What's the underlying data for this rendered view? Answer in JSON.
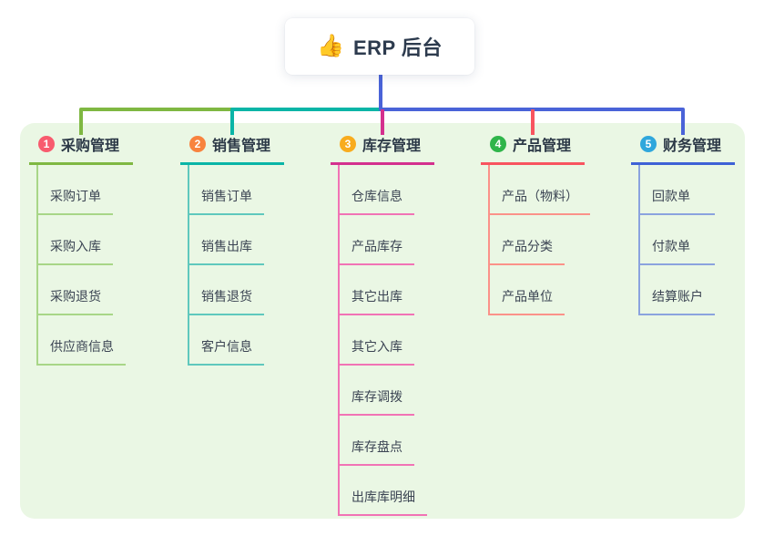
{
  "root": {
    "icon": "👍",
    "label": "ERP 后台"
  },
  "colors": {
    "root_line": "#4a63d8",
    "panel_bg": "#eaf7e4",
    "root_text": "#2d3b4e",
    "branch_title_text": "#2c3947",
    "child_text": "#3b4453"
  },
  "branches": [
    {
      "num": "1",
      "title": "采购管理",
      "badge_color": "#f85b6e",
      "line_color": "#7fb842",
      "child_line_color": "#a8d687",
      "children": [
        "采购订单",
        "采购入库",
        "采购退货",
        "供应商信息"
      ]
    },
    {
      "num": "2",
      "title": "销售管理",
      "badge_color": "#f8833e",
      "line_color": "#0ab5a7",
      "child_line_color": "#5fc8bd",
      "children": [
        "销售订单",
        "销售出库",
        "销售退货",
        "客户信息"
      ]
    },
    {
      "num": "3",
      "title": "库存管理",
      "badge_color": "#f8ac1e",
      "line_color": "#d4308e",
      "child_line_color": "#f173b5",
      "children": [
        "仓库信息",
        "产品库存",
        "其它出库",
        "其它入库",
        "库存调拨",
        "库存盘点",
        "出库库明细"
      ]
    },
    {
      "num": "4",
      "title": "产品管理",
      "badge_color": "#2fb54a",
      "line_color": "#f8545f",
      "child_line_color": "#fb9289",
      "children": [
        "产品（物料）",
        "产品分类",
        "产品单位"
      ]
    },
    {
      "num": "5",
      "title": "财务管理",
      "badge_color": "#2fa7dc",
      "line_color": "#3e62d6",
      "child_line_color": "#8ba3de",
      "children": [
        "回款单",
        "付款单",
        "结算账户"
      ]
    }
  ]
}
